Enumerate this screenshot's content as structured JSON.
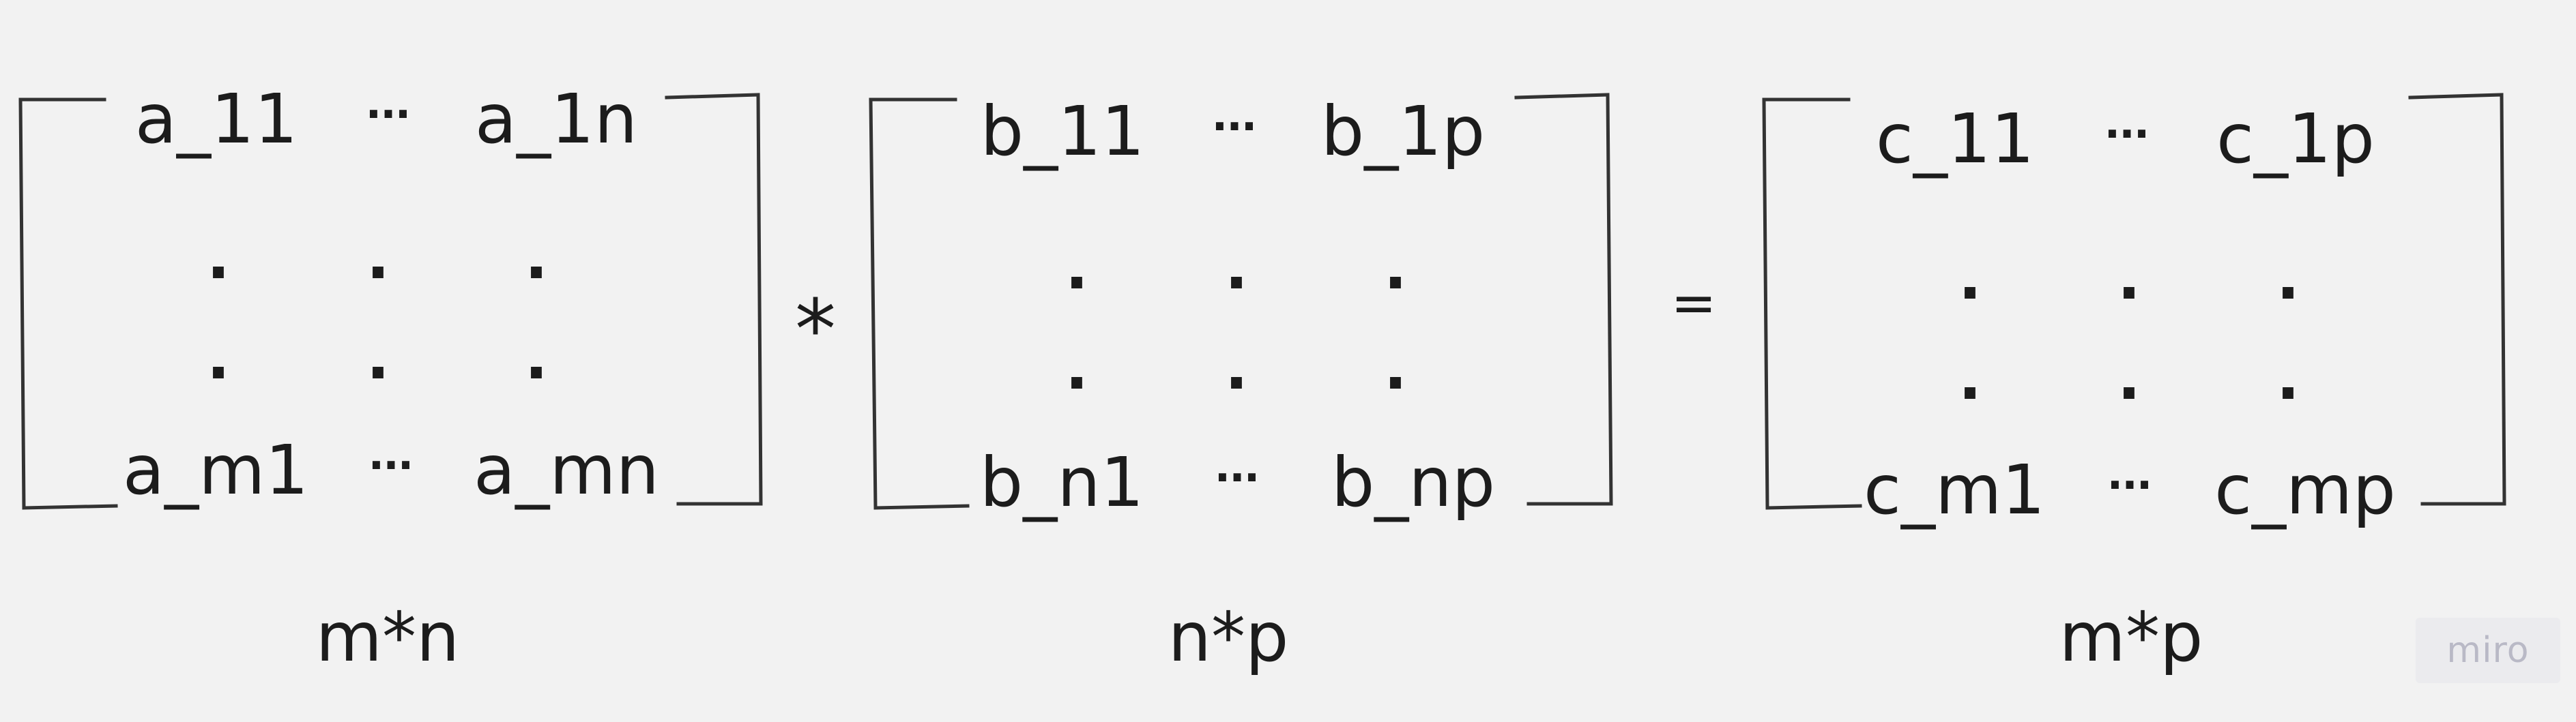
{
  "matrix_a": {
    "top_left": "a_11",
    "top_ellipsis": "···",
    "top_right": "a_1n",
    "vertical_dot": ".",
    "bottom_left": "a_m1",
    "bottom_ellipsis": "···",
    "bottom_right": "a_mn",
    "dimension": "m*n"
  },
  "operator_multiply": "*",
  "matrix_b": {
    "top_left": "b_11",
    "top_ellipsis": "···",
    "top_right": "b_1p",
    "vertical_dot": ".",
    "bottom_left": "b_n1",
    "bottom_ellipsis": "···",
    "bottom_right": "b_np",
    "dimension": "n*p"
  },
  "operator_equals": "=",
  "matrix_c": {
    "top_left": "c_11",
    "top_ellipsis": "···",
    "top_right": "c_1p",
    "vertical_dot": ".",
    "bottom_left": "c_m1",
    "bottom_ellipsis": "···",
    "bottom_right": "c_mp",
    "dimension": "m*p"
  },
  "watermark": "miro"
}
